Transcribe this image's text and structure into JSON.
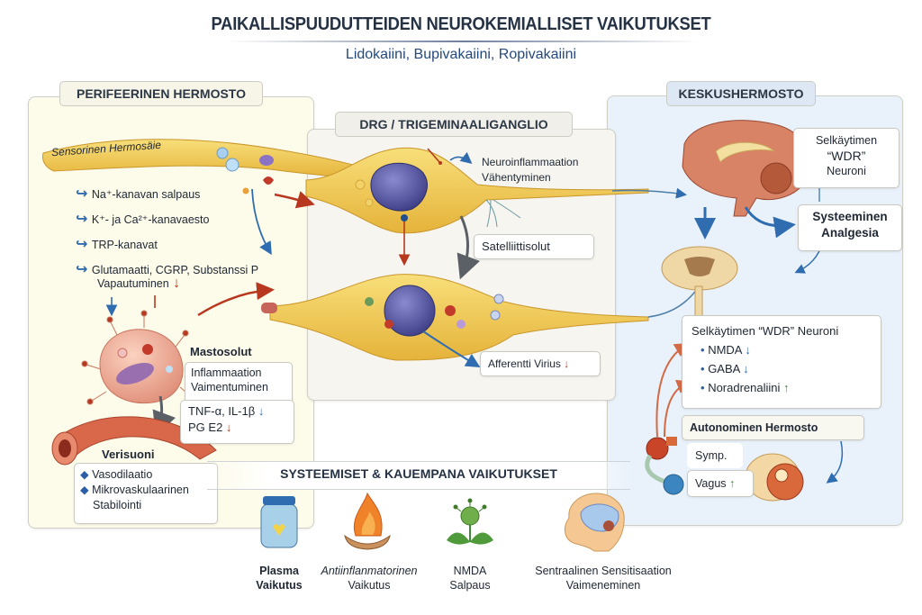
{
  "header": {
    "title": "PAIKALLISPUUDUTTEIDEN NEUROKEMIALLISET VAIKUTUKSET",
    "subtitle": "Lidokaiini, Bupivakaiini, Ropivakaiini"
  },
  "peripheral": {
    "tag": "PERIFEERINEN HERMOSTO",
    "nerve_label": "Sensorinen Hermosäie",
    "mechanisms": [
      {
        "icon": "curved-arrow-icon",
        "text": "Na⁺-kanavan salpaus"
      },
      {
        "icon": "curved-arrow-icon",
        "text": "K⁺- ja Ca²⁺-kanavaesto"
      },
      {
        "icon": "curved-arrow-icon",
        "text": "TRP-kanavat"
      },
      {
        "icon": "curved-arrow-icon",
        "text": "Glutamaatti, CGRP, Substanssi P",
        "text2": "Vapautuminen",
        "trend": "↓",
        "trend_color": "red"
      }
    ],
    "mast_cell": {
      "title": "Mastosolut",
      "box_text": [
        "Inflammaation",
        "Vaimentuminen"
      ],
      "markers": [
        {
          "text": "TNF-α, IL-1β",
          "trend": "↓",
          "trend_color": "blue"
        },
        {
          "text": "PG E2",
          "trend": "↓",
          "trend_color": "red"
        }
      ]
    },
    "vessel": {
      "title": "Verisuoni",
      "items": [
        "Vasodilaatio",
        "Mikrovaskulaarinen",
        "Stabilointi"
      ]
    }
  },
  "drg": {
    "tag": "DRG / TRIGEMINAALIGANGLIO",
    "neuroinflammation": [
      "Neuroinflammaation",
      "Vähentyminen"
    ],
    "satellite": "Satelliittisolut",
    "afferent": {
      "text": "Afferentti Virius",
      "trend": "↓"
    }
  },
  "cns": {
    "tag": "KESKUSHERMOSTO",
    "wdr_top": [
      "Selkäytimen",
      "“WDR”",
      "Neuroni"
    ],
    "systemic_analgesia": [
      "Systeeminen",
      "Analgesia"
    ],
    "wdr_box": {
      "title": "Selkäytimen “WDR” Neuroni",
      "items": [
        {
          "text": "NMDA",
          "trend": "↓",
          "trend_color": "blue"
        },
        {
          "text": "GABA",
          "trend": "↓",
          "trend_color": "blue"
        },
        {
          "text": "Noradrenaliini",
          "trend": "↑",
          "trend_color": "green"
        }
      ]
    },
    "autonomic": {
      "title": "Autonominen Hermosto",
      "symp": "Symp.",
      "vagus": "Vagus",
      "vagus_trend": "↑"
    }
  },
  "systemic": {
    "title": "SYSTEEMISET & KAUEMPANA VAIKUTUKSET",
    "items": [
      {
        "icon": "plasma-jar-icon",
        "line1": "Plasma",
        "line2": "Vaikutus"
      },
      {
        "icon": "flame-bowl-icon",
        "line1": "Antiinflanmatorinen",
        "line2": "Vaikutus"
      },
      {
        "icon": "nmda-plant-icon",
        "line1": "NMDA",
        "line2": "Salpaus"
      },
      {
        "icon": "head-brain-icon",
        "line1": "Sentraalinen Sensitisaation",
        "line2": "Vaimeneminen"
      }
    ]
  },
  "colors": {
    "blue_arrow": "#2f6db0",
    "red_arrow": "#b7381f",
    "green_arrow": "#3f8a3a",
    "nerve": "#f1c84c",
    "nucleus": "#4f4f9c",
    "periph_bg": "#fdfbea",
    "cns_bg": "#e9f1fa"
  }
}
